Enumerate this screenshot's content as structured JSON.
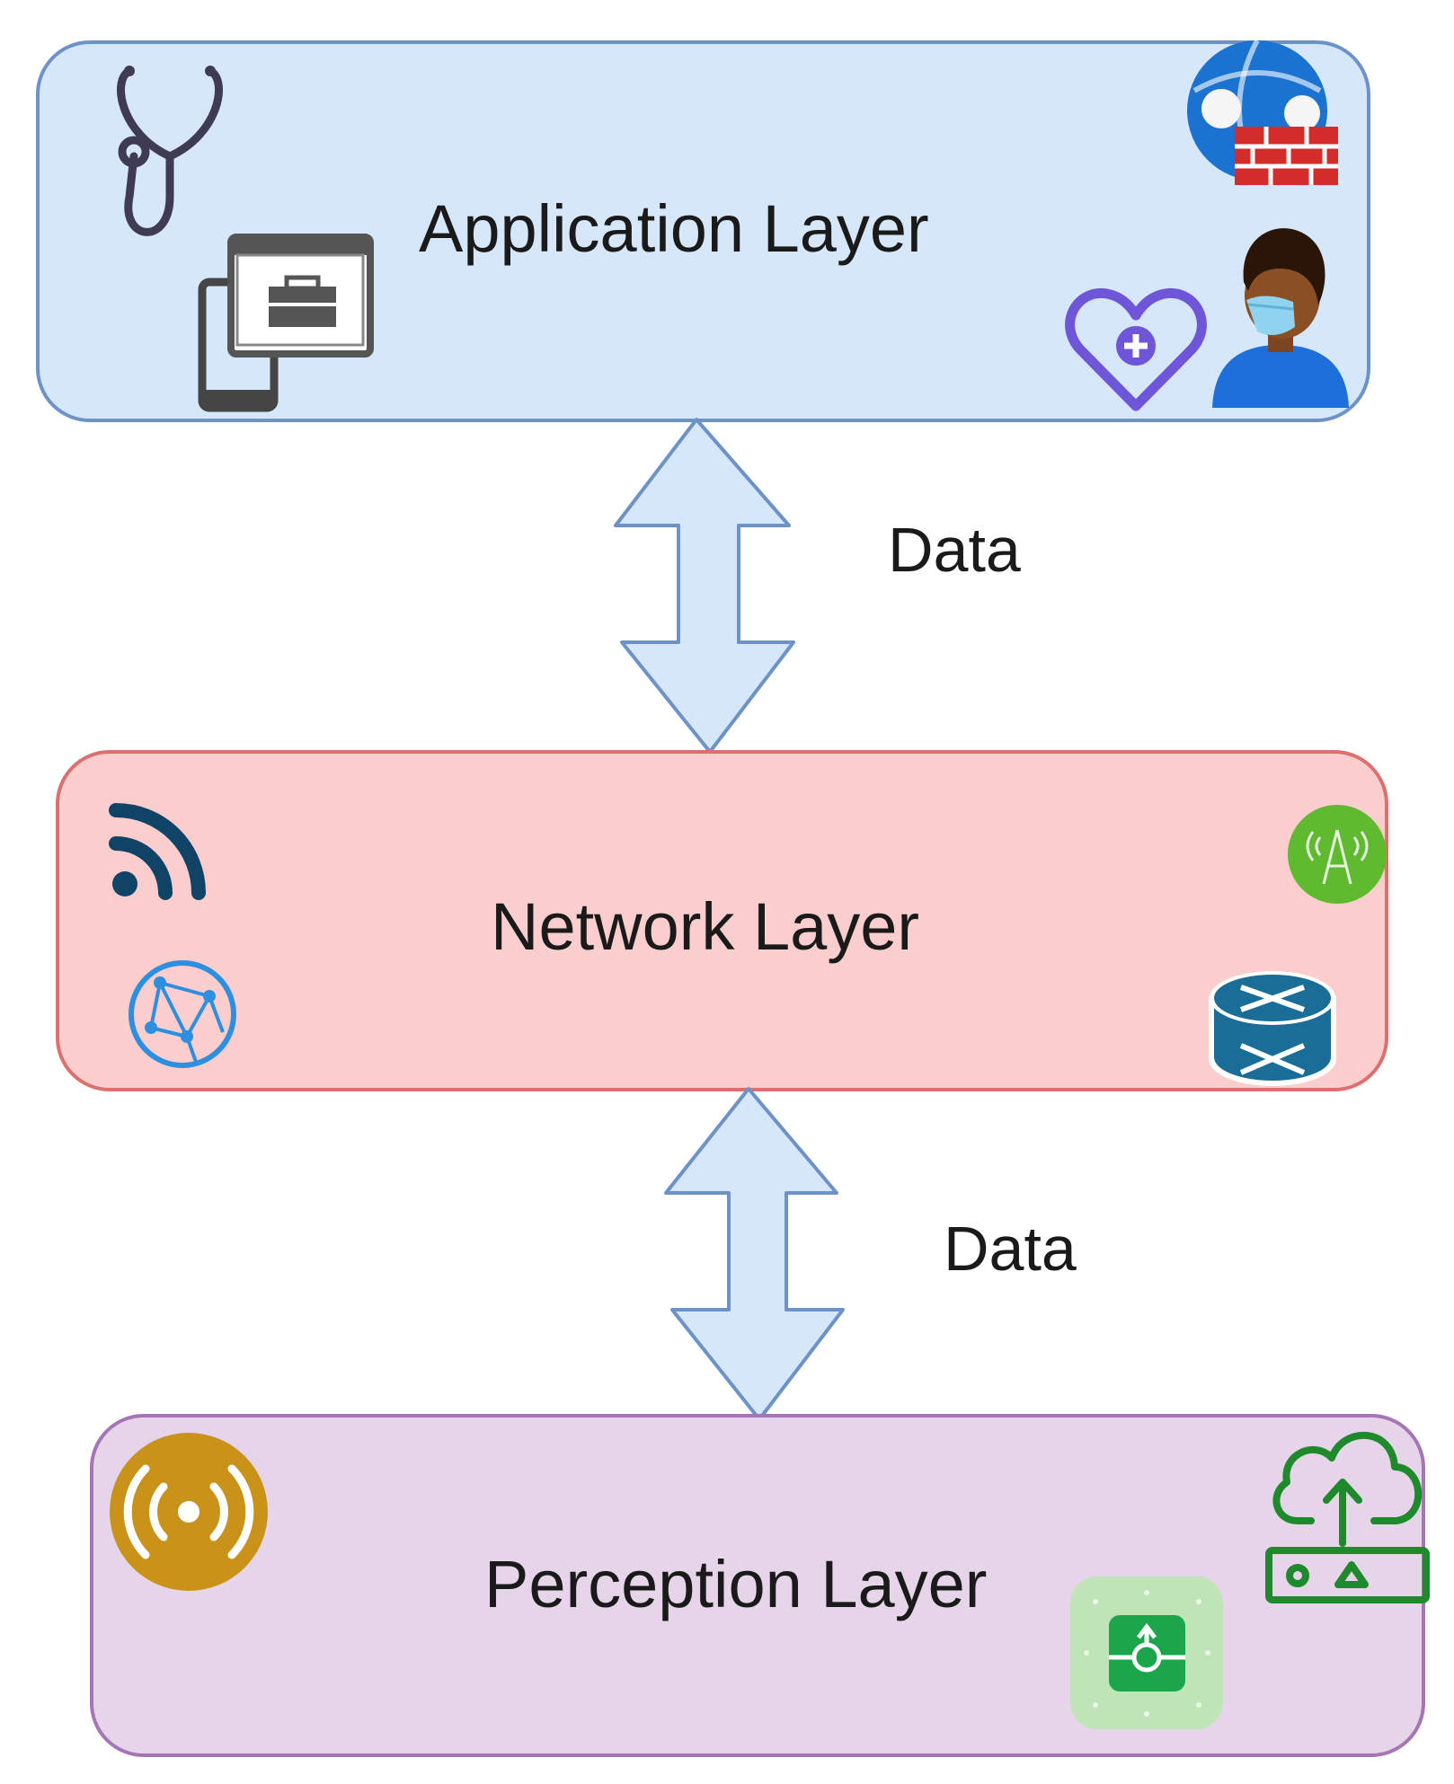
{
  "layers": {
    "application": {
      "title": "Application Layer"
    },
    "network": {
      "title": "Network Layer"
    },
    "perception": {
      "title": "Perception Layer"
    }
  },
  "connectors": {
    "upper": {
      "label": "Data"
    },
    "lower": {
      "label": "Data"
    }
  },
  "icons": {
    "application": [
      "stethoscope-icon",
      "mobile-app-icon",
      "globe-firewall-icon",
      "health-heart-icon",
      "masked-person-icon"
    ],
    "network": [
      "rss-feed-icon",
      "network-globe-icon",
      "cell-tower-icon",
      "router-icon"
    ],
    "perception": [
      "wireless-sensor-icon",
      "cloud-upload-device-icon",
      "iot-device-icon"
    ]
  },
  "colors": {
    "application_fill": "#d6e7fa",
    "application_border": "#6c92c8",
    "network_fill": "#fbcece",
    "network_border": "#de6f6f",
    "perception_fill": "#e6d5e9",
    "perception_border": "#a675b6",
    "arrow_fill": "#d6e7fa",
    "arrow_stroke": "#6c92c8"
  }
}
